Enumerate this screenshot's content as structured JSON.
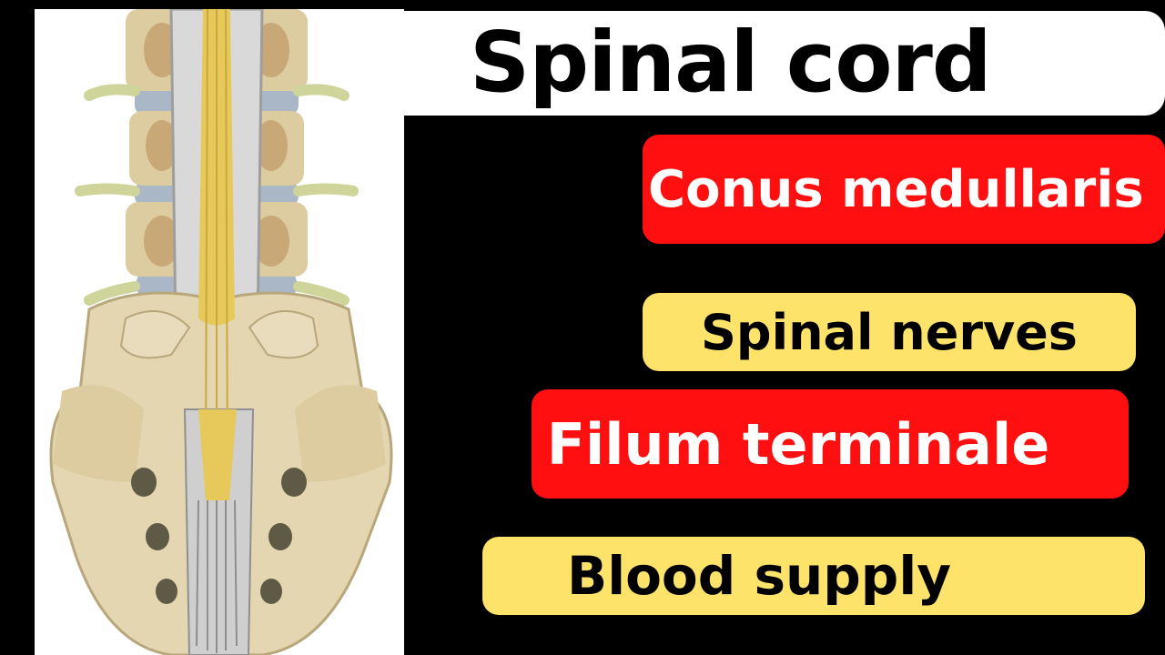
{
  "title": "Spinal cord",
  "topics": [
    {
      "label": "Conus medullaris",
      "style": "red"
    },
    {
      "label": "Spinal nerves",
      "style": "yellow"
    },
    {
      "label": "Filum terminale",
      "style": "red"
    },
    {
      "label": "Blood supply",
      "style": "yellow"
    }
  ],
  "colors": {
    "background": "#000000",
    "title_bar": "#ffffff",
    "red_pill": "#ff0f0f",
    "yellow_pill": "#fde36a",
    "bone": "#e3d6b0",
    "nerve": "#e6c95a"
  }
}
